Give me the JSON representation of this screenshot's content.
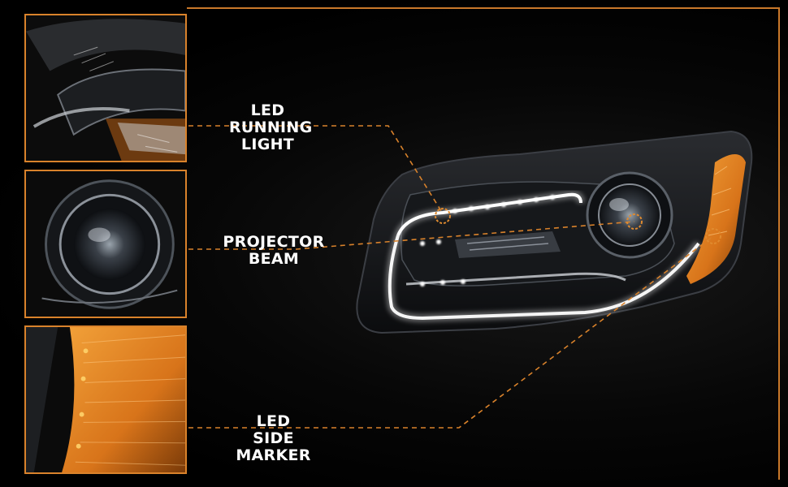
{
  "callouts": [
    {
      "lines": [
        "LED",
        "RUNNING",
        "LIGHT"
      ]
    },
    {
      "lines": [
        "PROJECTOR",
        "BEAM"
      ]
    },
    {
      "lines": [
        "LED",
        "SIDE MARKER"
      ]
    }
  ],
  "colors": {
    "accent": "#d9822b",
    "background": "#000000",
    "amber_marker": "#e88a1a",
    "led_white": "#ffffff"
  }
}
